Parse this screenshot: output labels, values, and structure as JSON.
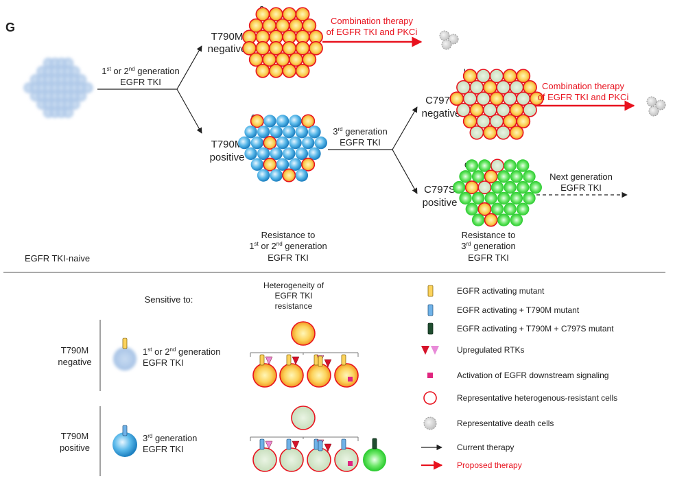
{
  "panel_label": "G",
  "top": {
    "naive_label": "EGFR TKI-naive",
    "first_line_drug": {
      "l1_a": "1",
      "l1_sup1": "st",
      "l1_b": " or 2",
      "l1_sup2": "nd",
      "l1_c": " generation",
      "l2": "EGFR TKI"
    },
    "third_line_drug": {
      "l1_a": "3",
      "l1_sup": "rd",
      "l1_b": " generation",
      "l2": "EGFR TKI"
    },
    "next_gen": {
      "l1": "Next generation",
      "l2": "EGFR TKI"
    },
    "combo": {
      "l1": "Combination therapy",
      "l2": "of EGFR TKI and PKCi"
    },
    "t790m_neg": {
      "l1": "T790M",
      "l2": "negative"
    },
    "t790m_pos": {
      "l1": "T790M",
      "l2": "positive"
    },
    "c797s_neg": {
      "l1": "C797S",
      "l2": "negative"
    },
    "c797s_pos": {
      "l1": "C797S",
      "l2": "positive"
    },
    "panel_letters": [
      "a",
      "b",
      "c",
      "d"
    ],
    "resistance_1": {
      "l1": "Resistance to",
      "l2_a": "1",
      "l2_sup1": "st",
      "l2_b": " or 2",
      "l2_sup2": "nd",
      "l2_c": " generation",
      "l3": "EGFR TKI"
    },
    "resistance_3": {
      "l1": "Resistance to",
      "l2_a": "3",
      "l2_sup": "rd",
      "l2_b": " generation",
      "l3": "EGFR TKI"
    }
  },
  "bottom": {
    "sensitive_to": "Sensitive to:",
    "heterogeneity": {
      "l1": "Heterogeneity of",
      "l2": "EGFR TKI",
      "l3": "resistance"
    },
    "row_neg": {
      "l1": "T790M",
      "l2": "negative",
      "drug_a": "1",
      "drug_sup1": "st",
      "drug_b": " or 2",
      "drug_sup2": "nd",
      "drug_c": " generation",
      "drug_l2": "EGFR TKI"
    },
    "row_pos": {
      "l1": "T790M",
      "l2": "positive",
      "drug_a": "3",
      "drug_sup": "rd",
      "drug_b": " generation",
      "drug_l2": "EGFR TKI"
    }
  },
  "legend": [
    {
      "label": "EGFR activating mutant"
    },
    {
      "label": "EGFR activating + T790M mutant"
    },
    {
      "label": "EGFR activating + T790M + C797S mutant"
    },
    {
      "label": "Upregulated RTKs"
    },
    {
      "label": "Activation of EGFR downstream signaling"
    },
    {
      "label": "Representative heterogenous-resistant cells"
    },
    {
      "label": "Representative death cells"
    },
    {
      "label": "Current therapy"
    },
    {
      "label": "Proposed therapy"
    }
  ],
  "colors": {
    "orange_cell": "#f7a823",
    "yellow_core": "#fde37a",
    "blue_cell": "#2f9cd8",
    "green_cell": "#21d12b",
    "pale_green": "#cfe3c6",
    "naive_blue": "#a9c6e8",
    "red_outline": "#e8121e",
    "gray_death": "#cfcfcf"
  }
}
